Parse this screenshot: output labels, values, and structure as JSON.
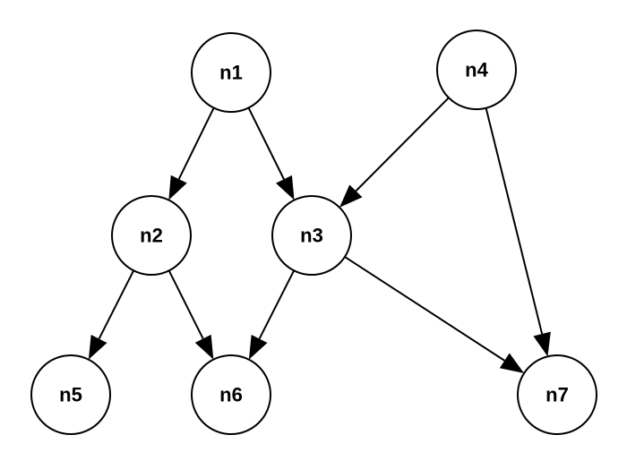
{
  "diagram": {
    "nodes": [
      {
        "id": "n1",
        "label": "n1"
      },
      {
        "id": "n2",
        "label": "n2"
      },
      {
        "id": "n3",
        "label": "n3"
      },
      {
        "id": "n4",
        "label": "n4"
      },
      {
        "id": "n5",
        "label": "n5"
      },
      {
        "id": "n6",
        "label": "n6"
      },
      {
        "id": "n7",
        "label": "n7"
      }
    ],
    "edges": [
      {
        "from": "n1",
        "to": "n2"
      },
      {
        "from": "n1",
        "to": "n3"
      },
      {
        "from": "n4",
        "to": "n3"
      },
      {
        "from": "n4",
        "to": "n7"
      },
      {
        "from": "n2",
        "to": "n5"
      },
      {
        "from": "n2",
        "to": "n6"
      },
      {
        "from": "n3",
        "to": "n6"
      },
      {
        "from": "n3",
        "to": "n7"
      }
    ]
  }
}
